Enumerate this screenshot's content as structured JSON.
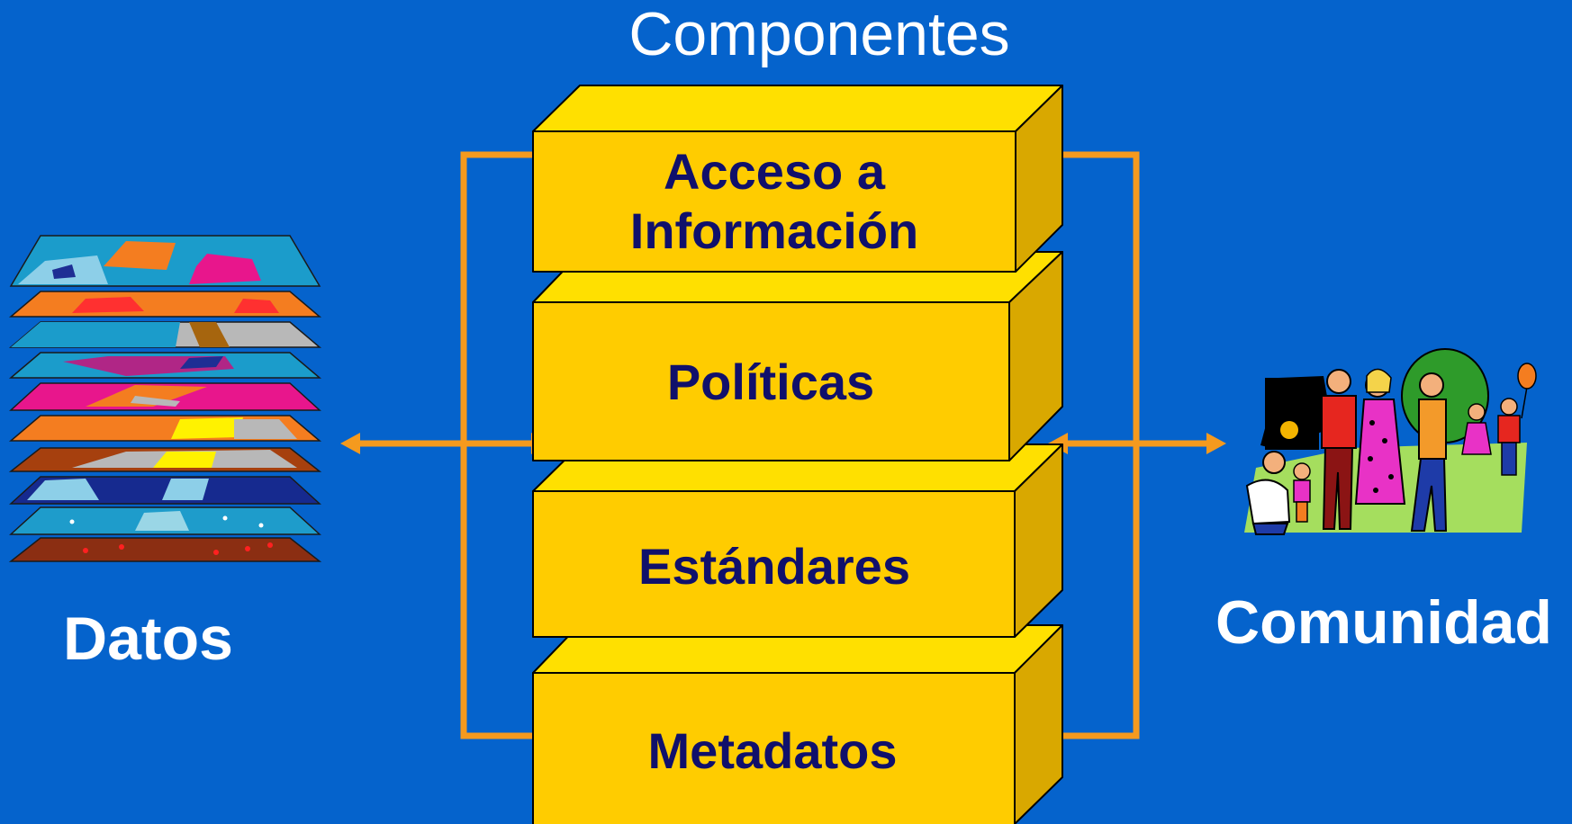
{
  "title": "Componentes",
  "components": [
    {
      "label": "Acceso a Información"
    },
    {
      "label": "Políticas"
    },
    {
      "label": "Estándares"
    },
    {
      "label": "Metadatos"
    }
  ],
  "left": {
    "label": "Datos",
    "icon": "map-layers-icon"
  },
  "right": {
    "label": "Comunidad",
    "icon": "community-people-icon"
  },
  "colors": {
    "background": "#0563CC",
    "box_front": "#FFCC00",
    "box_top": "#FFE000",
    "box_side": "#D9A800",
    "box_text": "#10106B",
    "connector": "#F59A1E"
  }
}
